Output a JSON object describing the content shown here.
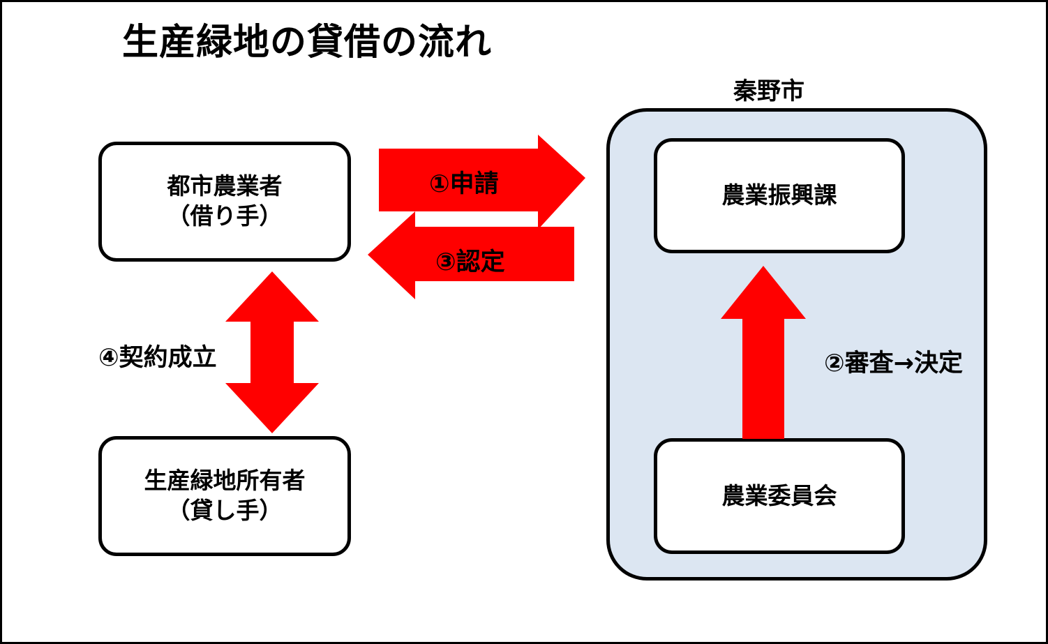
{
  "diagram": {
    "title": "生産緑地の貸借の流れ",
    "colors": {
      "arrow_red": "#FF0000",
      "city_fill": "#DCE6F2",
      "box_fill": "#FFFFFF",
      "stroke": "#000000"
    },
    "entities": [
      {
        "id": "urban-farmer",
        "label": "都市農業者\n（借り手）"
      },
      {
        "id": "green-owner",
        "label": "生産緑地所有者\n（貸し手）"
      },
      {
        "id": "agri-promotion",
        "label": "農業振興課"
      },
      {
        "id": "agri-committee",
        "label": "農業委員会"
      }
    ],
    "city_group": {
      "title": "秦野市"
    },
    "flows": [
      {
        "id": "apply",
        "label": "①申請",
        "direction": "right",
        "from": "urban-farmer",
        "to": "agri-promotion"
      },
      {
        "id": "review",
        "label": "②審査→決定",
        "direction": "up",
        "from": "agri-committee",
        "to": "agri-promotion"
      },
      {
        "id": "approve",
        "label": "③認定",
        "direction": "left",
        "from": "agri-promotion",
        "to": "urban-farmer"
      },
      {
        "id": "contract",
        "label": "④契約成立",
        "direction": "both-vertical",
        "from": "urban-farmer",
        "to": "green-owner"
      }
    ]
  }
}
